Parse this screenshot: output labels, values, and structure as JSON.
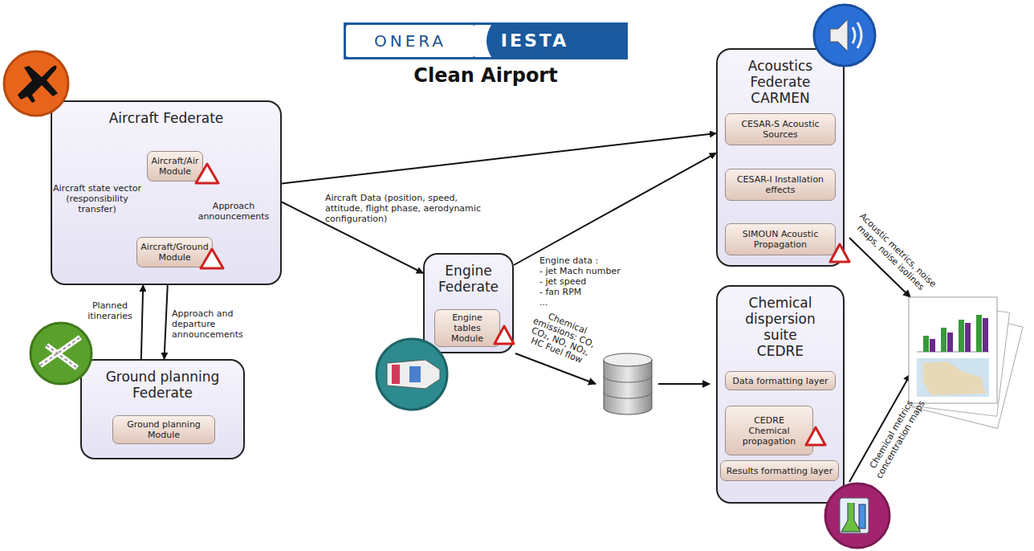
{
  "diagram": {
    "title": "Clean Airport",
    "nodes": [
      {
        "text": [
          "Aircraft Federate"
        ]
      },
      {
        "text": [
          "Aircraft/Air Module"
        ],
        "in": 0
      },
      {
        "text": [
          "Aircraft/Ground Module"
        ],
        "in": 0
      },
      {
        "text": [
          "Ground planning Federate"
        ]
      },
      {
        "text": [
          "Ground planning Module"
        ],
        "in": 3
      },
      {
        "text": [
          "Engine Federate"
        ]
      },
      {
        "text": [
          "Engine tables Module"
        ],
        "in": 5
      },
      {
        "text": [
          "Acoustics Federate CARMEN"
        ]
      },
      {
        "text": [
          "CESAR-S Acoustic Sources"
        ],
        "in": 7
      },
      {
        "text": [
          "CESAR-I Installation effects"
        ],
        "in": 7
      },
      {
        "text": [
          "SIMOUN Acoustic Propagation"
        ],
        "in": 7
      },
      {
        "text": [
          "Chemical dispersion suite CEDRE"
        ]
      },
      {
        "text": [
          "Data formatting layer"
        ],
        "in": 11
      },
      {
        "text": [
          "CEDRE Chemical propagation"
        ],
        "in": 11
      },
      {
        "text": [
          "Results formatting layer"
        ],
        "in": 11
      }
    ],
    "edges": [
      {
        "from": 2,
        "to": 1,
        "arrow": "to",
        "label": "Aircraft state vector (responsibility transfer)"
      },
      {
        "from": 1,
        "to": 2,
        "arrow": "to",
        "label": "Approach announcements"
      },
      {
        "from": 3,
        "to": 0,
        "arrow": "to",
        "label": "Planned itineraries"
      },
      {
        "from": 0,
        "to": 3,
        "arrow": "to",
        "label": "Approach and departure announcements"
      },
      {
        "from": 0,
        "to": 7,
        "arrow": "to"
      },
      {
        "from": 0,
        "to": 5,
        "arrow": "to",
        "label": "Aircraft Data (position, speed, attitude, flight phase, aerodynamic configuration)"
      },
      {
        "from": 5,
        "to": 7,
        "arrow": "to",
        "label": "Engine data : - jet Mach number - jet speed - fan RPM ..."
      },
      {
        "from": 8,
        "to": 9,
        "arrow": "to"
      },
      {
        "from": 9,
        "to": 10,
        "arrow": "to"
      },
      {
        "from": 12,
        "to": 13,
        "arrow": "to"
      },
      {
        "from": 13,
        "to": 14,
        "arrow": "to"
      }
    ],
    "labels": [
      "ONERA",
      "IESTA",
      "Chemical emissions: CO, CO₂, NO, NO₂, HC Fuel flow",
      "Acoustic metrics, noise maps, noise isolines",
      "Chemical metrics concentration maps"
    ]
  }
}
